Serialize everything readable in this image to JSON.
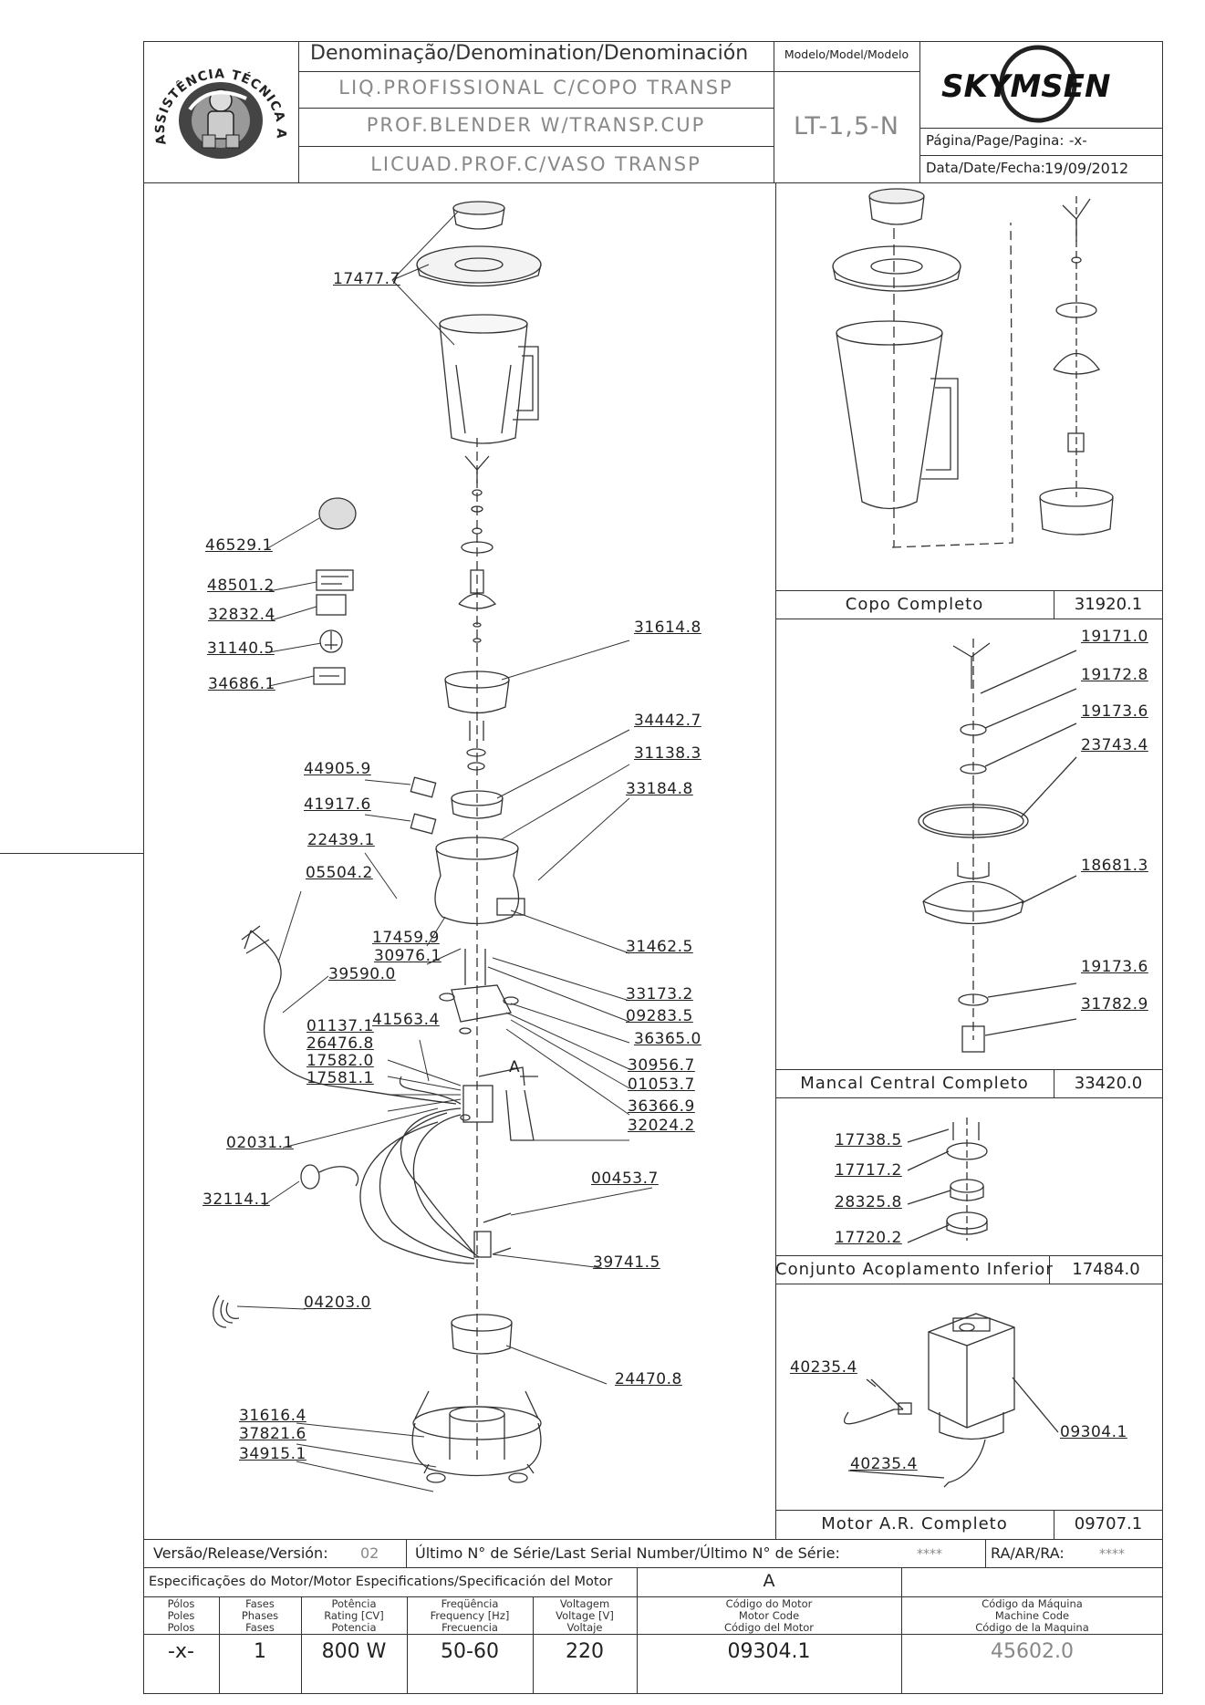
{
  "header": {
    "denomination_label": "Denominação/Denomination/Denominación",
    "name_pt": "LIQ.PROFISSIONAL C/COPO TRANSP",
    "name_en": "PROF.BLENDER W/TRANSP.CUP",
    "name_es": "LICUAD.PROF.C/VASO TRANSP",
    "model_label": "Modelo/Model/Modelo",
    "model_value": "LT-1,5-N",
    "brand": "SKYMSEN",
    "page_label": "Página/Page/Pagina:",
    "page_value": "-x-",
    "date_label": "Data/Date/Fecha:",
    "date_value": "19/09/2012",
    "logo_text": "ASSISTÊNCIA TÉCNICA AUTORIZADA"
  },
  "main_parts": [
    "17477.7",
    "46529.1",
    "48501.2",
    "32832.4",
    "31140.5",
    "34686.1",
    "31614.8",
    "34442.7",
    "31138.3",
    "33184.8",
    "44905.9",
    "41917.6",
    "22439.1",
    "05504.2",
    "17459.9",
    "30976.1",
    "39590.0",
    "31462.5",
    "33173.2",
    "09283.5",
    "36365.0",
    "41563.4",
    "01137.1",
    "26476.8",
    "17582.0",
    "17581.1",
    "30956.7",
    "01053.7",
    "36366.9",
    "32024.2",
    "02031.1",
    "32114.1",
    "00453.7",
    "39741.5",
    "04203.0",
    "24470.8",
    "31616.4",
    "37821.6",
    "34915.1"
  ],
  "callout_letter": "A",
  "assemblies": [
    {
      "name": "Copo Completo",
      "code": "31920.1",
      "parts": []
    },
    {
      "name": "Mancal Central Completo",
      "code": "33420.0",
      "parts": [
        "19171.0",
        "19172.8",
        "19173.6",
        "23743.4",
        "18681.3",
        "19173.6",
        "31782.9"
      ]
    },
    {
      "name": "Conjunto Acoplamento Inferior",
      "code": "17484.0",
      "parts": [
        "17738.5",
        "17717.2",
        "28325.8",
        "17720.2"
      ]
    },
    {
      "name": "Motor A.R. Completo",
      "code": "09707.1",
      "parts": [
        "40235.4",
        "09304.1",
        "40235.4"
      ]
    }
  ],
  "footer": {
    "version_label": "Versão/Release/Versión:",
    "version_value": "02",
    "serial_label": "Último N° de Série/Last Serial Number/Último N° de Série:",
    "serial_value": "****",
    "ra_label": "RA/AR/RA:",
    "ra_value": "****",
    "spec_label": "Especificações do Motor/Motor Especifications/Specificación del Motor",
    "spec_letter": "A",
    "columns": [
      {
        "h1": "Pólos",
        "h2": "Poles",
        "h3": "Polos",
        "value": "-x-"
      },
      {
        "h1": "Fases",
        "h2": "Phases",
        "h3": "Fases",
        "value": "1"
      },
      {
        "h1": "Potência",
        "h2": "Rating [CV]",
        "h3": "Potencia",
        "value": "800 W"
      },
      {
        "h1": "Freqüência",
        "h2": "Frequency [Hz]",
        "h3": "Frecuencia",
        "value": "50-60"
      },
      {
        "h1": "Voltagem",
        "h2": "Voltage [V]",
        "h3": "Voltaje",
        "value": "220"
      },
      {
        "h1": "Código do Motor",
        "h2": "Motor Code",
        "h3": "Código del Motor",
        "value": "09304.1"
      },
      {
        "h1": "Código da Máquina",
        "h2": "Machine Code",
        "h3": "Código de la Maquina",
        "value": "45602.0"
      }
    ]
  }
}
